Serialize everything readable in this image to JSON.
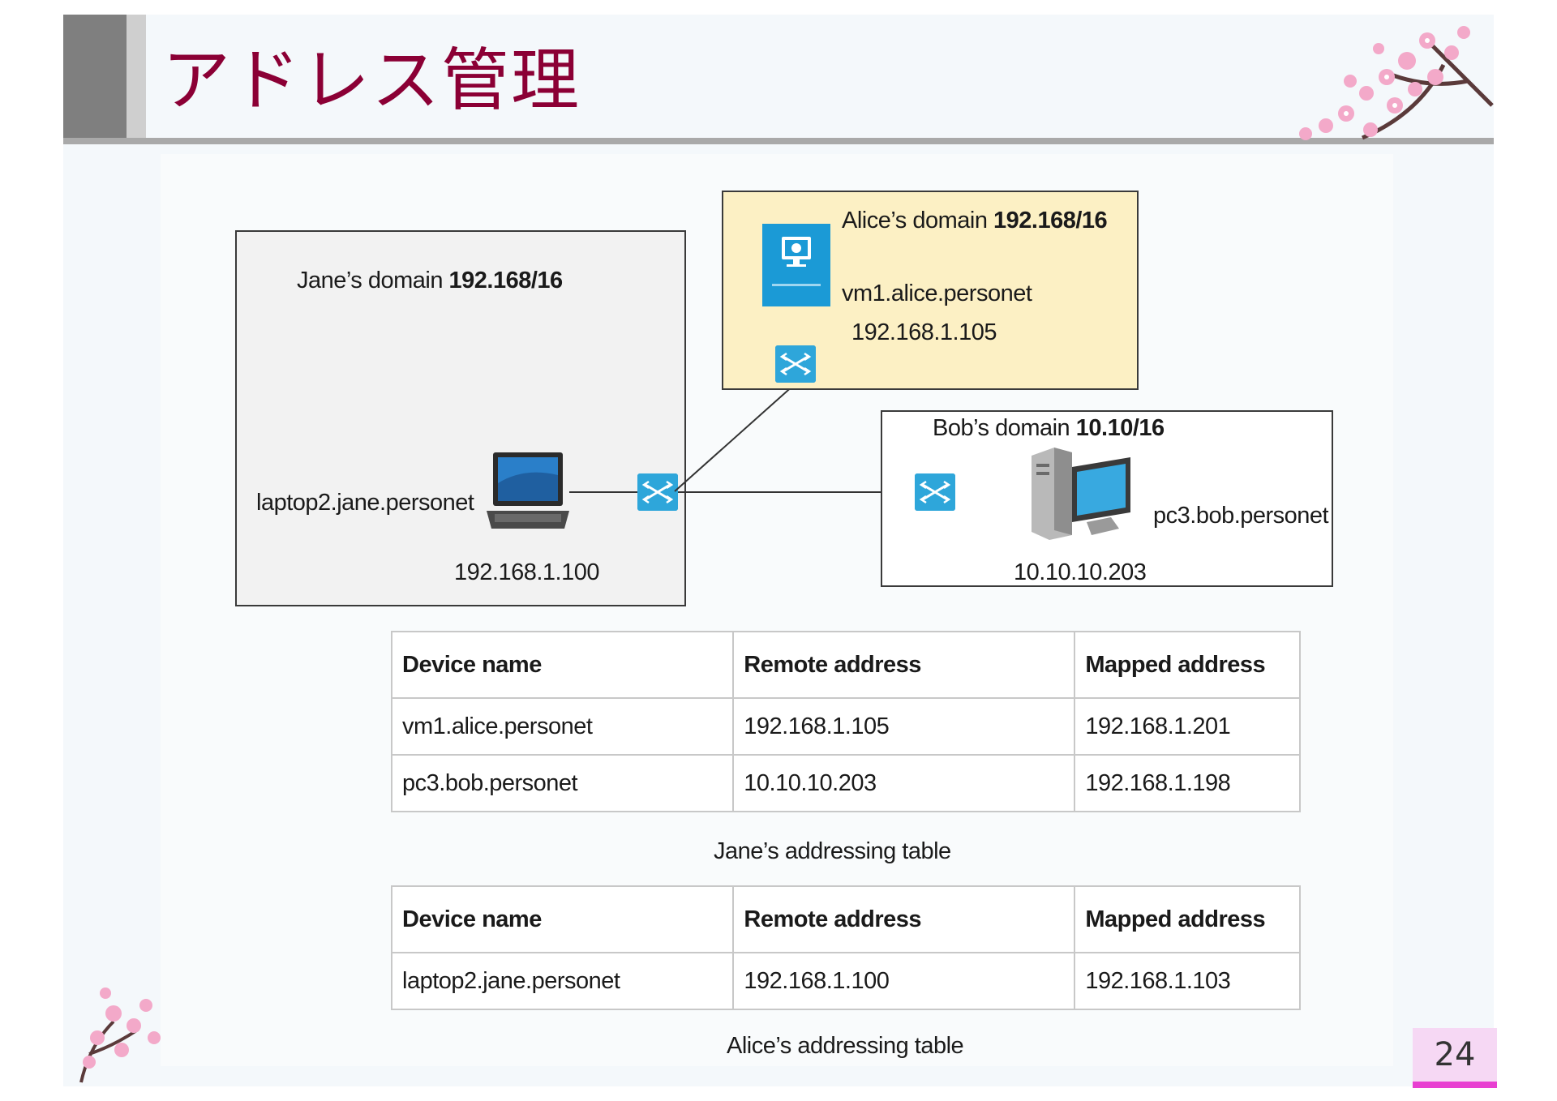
{
  "slide": {
    "title": "アドレス管理",
    "page_number": "24"
  },
  "diagram": {
    "jane": {
      "domain_name": "Jane’s domain",
      "domain_prefix": "192.168/16",
      "device_name": "laptop2.jane.personet",
      "device_ip": "192.168.1.100"
    },
    "alice": {
      "domain_name": "Alice’s domain",
      "domain_prefix": "192.168/16",
      "device_name": "vm1.alice.personet",
      "device_ip": "192.168.1.105"
    },
    "bob": {
      "domain_name": "Bob’s domain",
      "domain_prefix": "10.10/16",
      "device_name": "pc3.bob.personet",
      "device_ip": "10.10.10.203"
    }
  },
  "tables": [
    {
      "caption": "Jane’s addressing table",
      "headers": [
        "Device name",
        "Remote address",
        "Mapped address"
      ],
      "rows": [
        [
          "vm1.alice.personet",
          "192.168.1.105",
          "192.168.1.201"
        ],
        [
          "pc3.bob.personet",
          "10.10.10.203",
          "192.168.1.198"
        ]
      ]
    },
    {
      "caption": "Alice’s addressing table",
      "headers": [
        "Device name",
        "Remote address",
        "Mapped address"
      ],
      "rows": [
        [
          "laptop2.jane.personet",
          "192.168.1.100",
          "192.168.1.103"
        ]
      ]
    }
  ],
  "icons": {
    "laptop": "laptop-icon",
    "vm": "virtual-machine-icon",
    "pc": "desktop-pc-icon",
    "switch": "network-switch-icon",
    "decoration": "cherry-blossom-icon"
  },
  "colors": {
    "title": "#8b0035",
    "switch": "#2ea6da",
    "alice_domain_fill": "#fcf0c4",
    "page_number_bg": "#f6d8f4",
    "page_number_bar": "#e83fd1"
  }
}
